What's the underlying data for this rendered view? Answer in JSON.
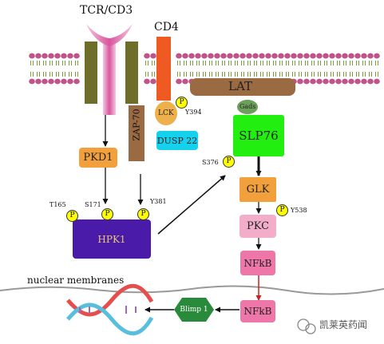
{
  "labels": {
    "tcr_cd3": "TCR/CD3",
    "cd4": "CD4",
    "lat": "LAT",
    "gads": "Gads",
    "lck": "LCK",
    "y394": "Y394",
    "zap70": "ZAP-70",
    "dusp22": "DUSP 22",
    "slp76": "SLP76",
    "s376": "S376",
    "pkd1": "PKD1",
    "glk": "GLK",
    "pkc": "PKC",
    "y538": "Y538",
    "t165": "T165",
    "s171": "S171",
    "y381": "Y381",
    "hpk1": "HPK1",
    "nfkb_cyto": "NFkB",
    "nfkb_nuc": "NFkB",
    "nuclear_membranes": "nuclear membranes",
    "blimp1": "Blimp 1",
    "phospho": "P"
  },
  "watermark": {
    "text": "凯莱英药闻"
  },
  "colors": {
    "lipid_head": "#c2528a",
    "lipid_tail": "#7a9a3c",
    "receptor_olive": "#6e6e2a",
    "tcr_pink": "#d8569c",
    "cd4_orange": "#ee5a22",
    "lat_brown": "#9a6a42",
    "gads_green": "#6ca05a",
    "lck_orange": "#eeb04a",
    "zap70_brown": "#9a6a42",
    "dusp22_cyan": "#14d2ee",
    "slp76_green": "#22ee10",
    "pkd1_orange": "#f2a03c",
    "glk_orange": "#f2a03c",
    "pkc_pink": "#f2aec8",
    "nfkb_pink": "#ee76a8",
    "hpk1_purple": "#4a1aa8",
    "phospho_yellow": "#ffff00",
    "blimp1_green": "#2a8a3c",
    "arrow_red": "#cc2222"
  }
}
